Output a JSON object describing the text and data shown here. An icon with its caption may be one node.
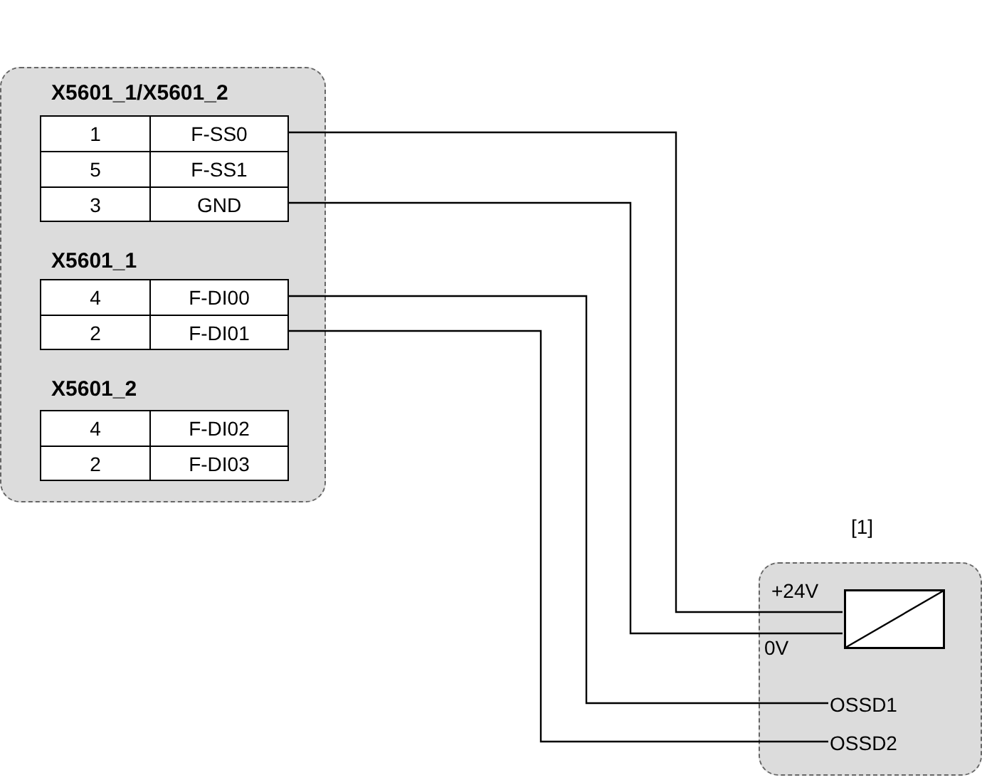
{
  "diagram": {
    "nodes": [
      {
        "text": [],
        "shape": "box"
      },
      {
        "text": [
          "X5601_1/X5601_2"
        ],
        "in": 0
      },
      {
        "text": [
          "1",
          "F-SS0"
        ],
        "in": 1
      },
      {
        "text": [
          "5",
          "F-SS1"
        ],
        "in": 1
      },
      {
        "text": [
          "3",
          "GND"
        ],
        "in": 1
      },
      {
        "text": [
          "X5601_1"
        ],
        "in": 0
      },
      {
        "text": [
          "4",
          "F-DI00"
        ],
        "in": 5
      },
      {
        "text": [
          "2",
          "F-DI01"
        ],
        "in": 5
      },
      {
        "text": [
          "X5601_2"
        ],
        "in": 0
      },
      {
        "text": [
          "4",
          "F-DI02"
        ],
        "in": 8
      },
      {
        "text": [
          "2",
          "F-DI03"
        ],
        "in": 8
      },
      {
        "text": [],
        "shape": "box",
        "beside": [
          "[1]"
        ]
      },
      {
        "text": [],
        "shape": "box",
        "in": 11
      },
      {
        "text": [
          "OSSD1"
        ],
        "in": 11
      },
      {
        "text": [
          "OSSD2"
        ],
        "in": 11
      }
    ],
    "edges": [
      {
        "from": 2,
        "to": 12,
        "arrow": "none",
        "label": "+24V"
      },
      {
        "from": 4,
        "to": 12,
        "arrow": "none",
        "label": "0V"
      },
      {
        "from": 6,
        "to": 13,
        "arrow": "none"
      },
      {
        "from": 7,
        "to": 14,
        "arrow": "none"
      }
    ]
  }
}
